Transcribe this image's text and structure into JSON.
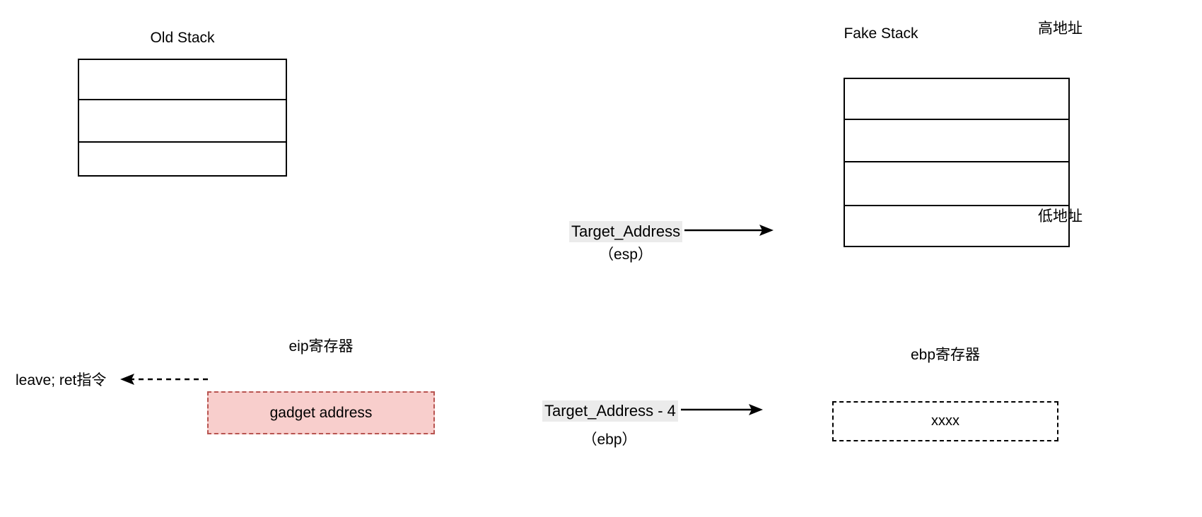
{
  "diagram": {
    "old_stack": {
      "title": "Old Stack",
      "rows": [
        "",
        "",
        ""
      ]
    },
    "fake_stack": {
      "title": "Fake Stack",
      "rows": [
        "",
        "",
        "",
        ""
      ],
      "high_address_label": "高地址",
      "low_address_label": "低地址"
    },
    "esp_pointer": {
      "address": "Target_Address",
      "register": "（esp）"
    },
    "ebp_pointer": {
      "address": "Target_Address - 4",
      "register": "（ebp）"
    },
    "eip_register": {
      "title": "eip寄存器",
      "value": "gadget address",
      "fill_color": "#f8cecc",
      "border_color": "#b85450"
    },
    "ebp_register": {
      "title": "ebp寄存器",
      "value": "xxxx",
      "border_color": "#000000"
    },
    "instruction": {
      "label": "leave; ret指令"
    }
  }
}
